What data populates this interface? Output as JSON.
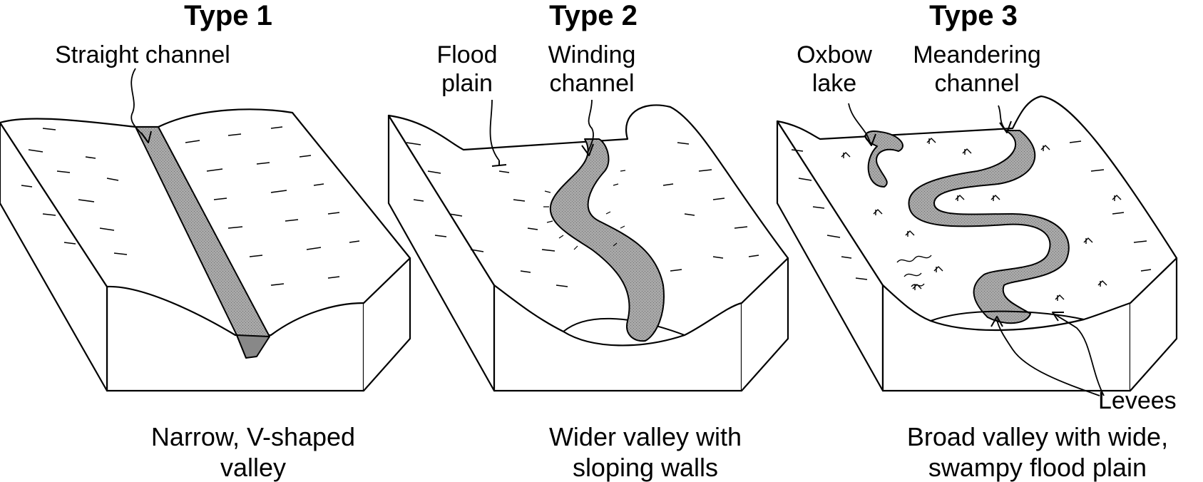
{
  "panels": [
    {
      "title": "Type 1",
      "labels": {
        "channel": "Straight channel"
      },
      "caption": [
        "Narrow, V-shaped",
        "valley"
      ]
    },
    {
      "title": "Type 2",
      "labels": {
        "flood_plain": [
          "Flood",
          "plain"
        ],
        "channel": [
          "Winding",
          "channel"
        ]
      },
      "caption": [
        "Wider valley with",
        "sloping walls"
      ]
    },
    {
      "title": "Type 3",
      "labels": {
        "oxbow": [
          "Oxbow",
          "lake"
        ],
        "channel": [
          "Meandering",
          "channel"
        ],
        "levees": "Levees"
      },
      "caption": [
        "Broad valley with wide,",
        "swampy flood plain"
      ]
    }
  ],
  "colors": {
    "ink": "#000000",
    "channel_fill": "#9a9a9a",
    "background": "#ffffff"
  }
}
